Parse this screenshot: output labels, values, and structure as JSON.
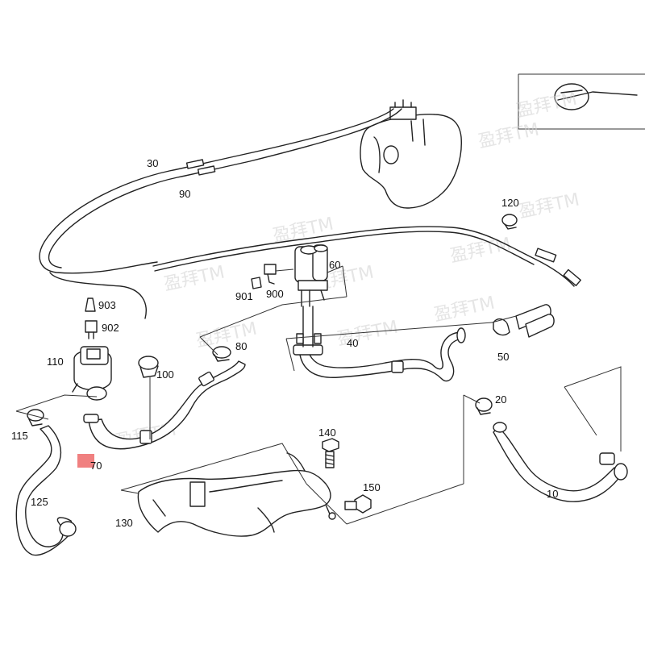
{
  "diagram": {
    "callouts": {
      "c10": "10",
      "c20": "20",
      "c30": "30",
      "c40": "40",
      "c50": "50",
      "c60": "60",
      "c70": "70",
      "c80": "80",
      "c90": "90",
      "c100": "100",
      "c110": "110",
      "c115": "115",
      "c120": "120",
      "c125": "125",
      "c130": "130",
      "c140": "140",
      "c150": "150",
      "c900": "900",
      "c901": "901",
      "c902": "902",
      "c903": "903"
    },
    "watermark": "盈拜TM",
    "highlight_color": "#f08080"
  }
}
